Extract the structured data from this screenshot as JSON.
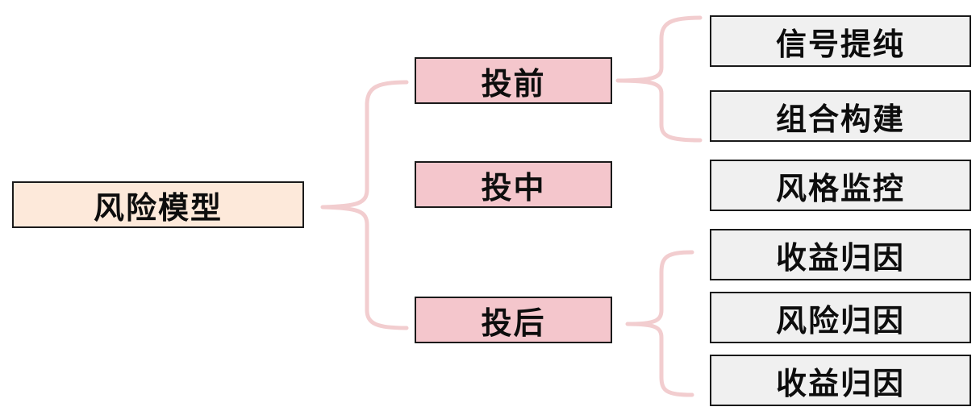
{
  "diagram": {
    "root": {
      "label": "风险模型"
    },
    "stages": [
      {
        "label": "投前"
      },
      {
        "label": "投中"
      },
      {
        "label": "投后"
      }
    ],
    "leaves": [
      {
        "label": "信号提纯",
        "stage": "投前"
      },
      {
        "label": "组合构建",
        "stage": "投前"
      },
      {
        "label": "风格监控",
        "stage": "投中"
      },
      {
        "label": "收益归因",
        "stage": "投后"
      },
      {
        "label": "风险归因",
        "stage": "投后"
      },
      {
        "label": "收益归因",
        "stage": "投后"
      }
    ],
    "colors": {
      "root_fill": "#fde9da",
      "stage_fill": "#f4c6cc",
      "leaf_fill": "#f0f0f0",
      "border": "#1a1a1a",
      "bracket": "#f2cdcf"
    }
  }
}
